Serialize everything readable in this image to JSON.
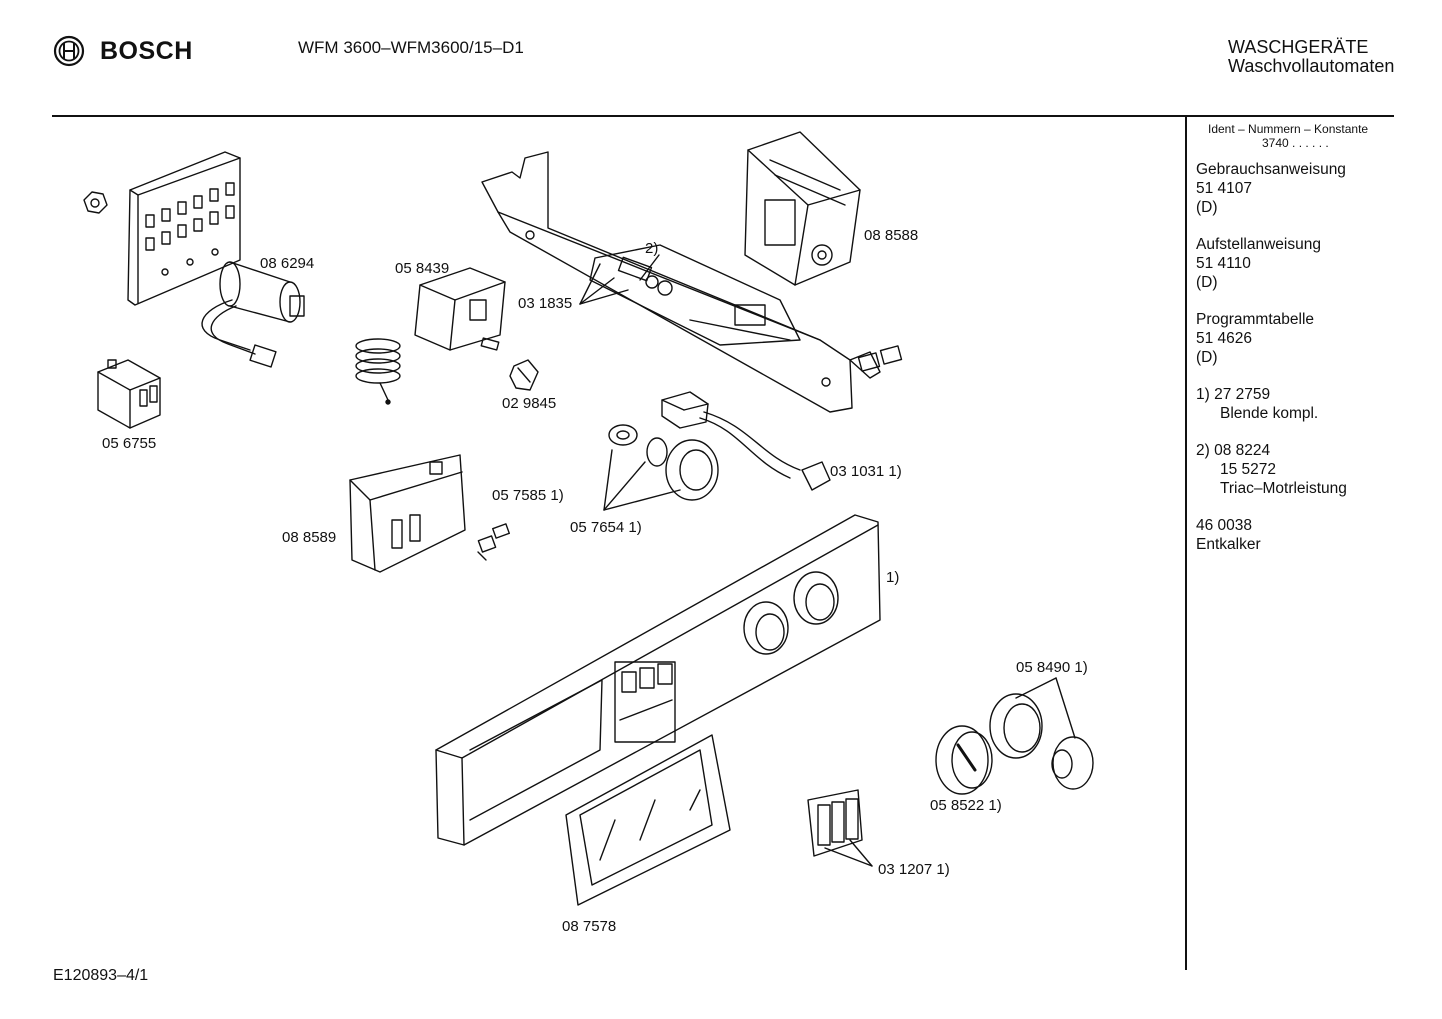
{
  "header": {
    "brand": "BOSCH",
    "model": "WFM 3600–WFM3600/15–D1",
    "category_line1": "WASCHGERÄTE",
    "category_line2": "Waschvollautomaten"
  },
  "sidebar": {
    "ident_title": "Ident – Nummern – Konstante",
    "ident_value": "3740 . . . . . .",
    "groups": [
      {
        "lines": [
          "Gebrauchsanweisung",
          "51 4107",
          "(D)"
        ]
      },
      {
        "lines": [
          "Aufstellanweisung",
          "51 4110",
          "(D)"
        ]
      },
      {
        "lines": [
          "Programmtabelle",
          "51 4626",
          "(D)"
        ]
      },
      {
        "lines": [
          "1)  27 2759",
          "Blende kompl."
        ]
      },
      {
        "lines": [
          "2)  08 8224",
          "15 5272",
          "Triac–Motrleistung"
        ]
      },
      {
        "lines": [
          "46 0038",
          "Entkalker"
        ]
      }
    ]
  },
  "parts": {
    "p086294": "08 6294",
    "p056755": "05 6755",
    "p058439": "05 8439",
    "p029845": "02 9845",
    "p031835": "03 1835",
    "p2": "2)",
    "p088588": "08 8588",
    "p031031": "03 1031 1)",
    "p057585": "05 7585 1)",
    "p057654": "05 7654 1)",
    "p088589": "08 8589",
    "p1": "1)",
    "p058490": "05 8490 1)",
    "p058522": "05 8522 1)",
    "p031207": "03 1207 1)",
    "p087578": "08 7578"
  },
  "footer": {
    "code": "E120893–4/1"
  }
}
